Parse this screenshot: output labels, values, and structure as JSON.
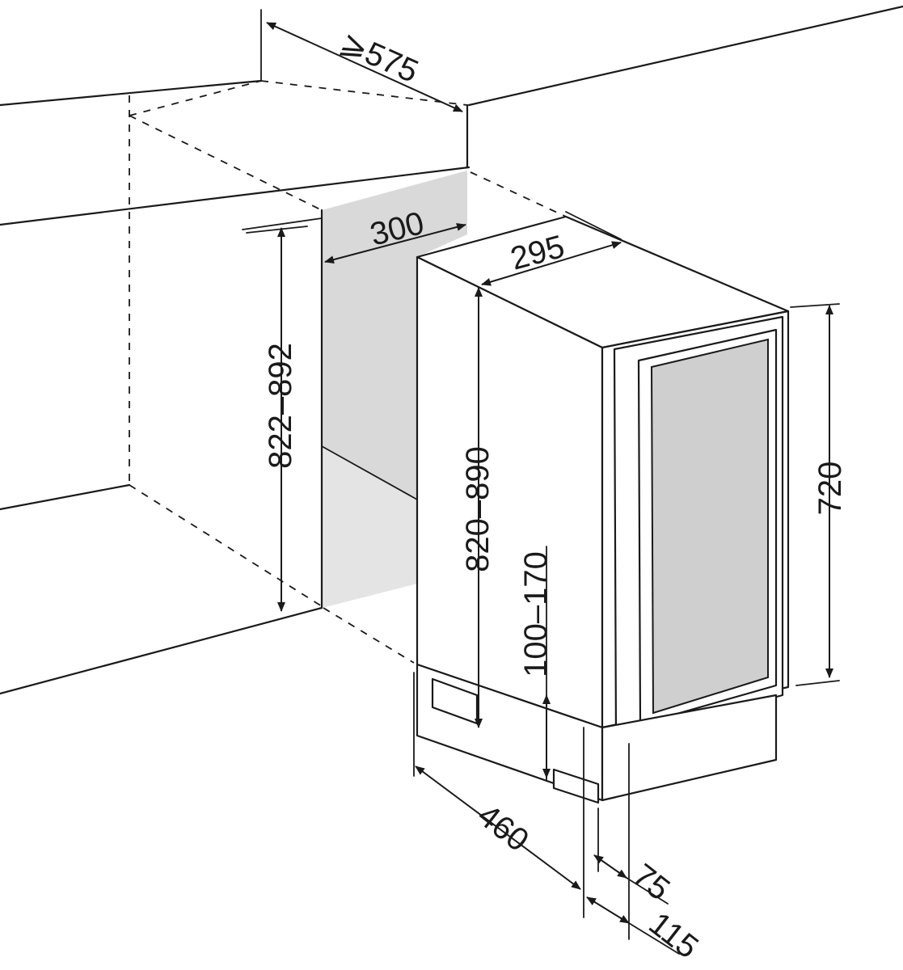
{
  "colors": {
    "line": "#1a1a1a",
    "niche_fill": "#d9d9d9",
    "glass_fill": "#cfcfcf",
    "background": "#ffffff"
  },
  "dimensions": {
    "depth_niche": "⩾575",
    "niche_width": "300",
    "unit_width": "295",
    "niche_height": "822–892",
    "unit_height": "820–890",
    "plinth_height": "100–170",
    "door_height": "720",
    "unit_depth": "460",
    "door_offset": "75",
    "door_clearance": "115"
  }
}
